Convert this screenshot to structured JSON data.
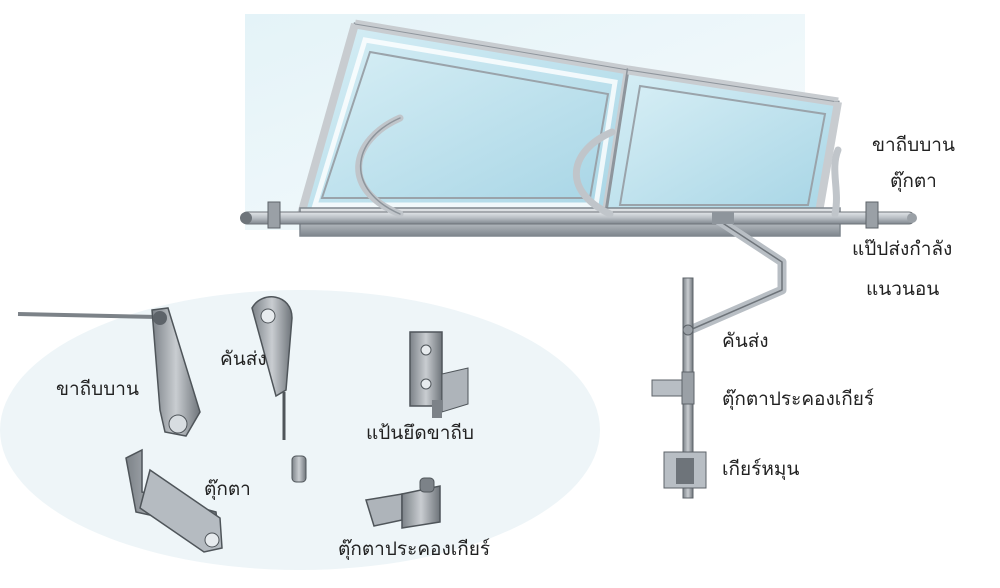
{
  "labels": {
    "right_leg": "ขาถีบบาน",
    "right_doll": "ตุ๊กตา",
    "right_plate": "แป๊ปส่งกำลัง",
    "right_horizontal": "แนวนอน",
    "right_pushrod": "คันส่ง",
    "right_gearbox_doll": "ตุ๊กตาประคองเกียร์",
    "right_gear": "เกียร์หมุน",
    "parts_leg": "ขาถีบบาน",
    "parts_pushrod": "คันส่ง",
    "parts_plate": "แป้นยึดขาถีบ",
    "parts_doll": "ตุ๊กตา",
    "parts_gearbox_doll": "ตุ๊กตาประคองเกียร์"
  },
  "colors": {
    "sky": "#d9eef6",
    "frame": "#c8ccd0",
    "frame_dark": "#8e959c",
    "glass": "#bfe3ee",
    "part": "#9aa0a6",
    "part_dark": "#5d6369"
  }
}
